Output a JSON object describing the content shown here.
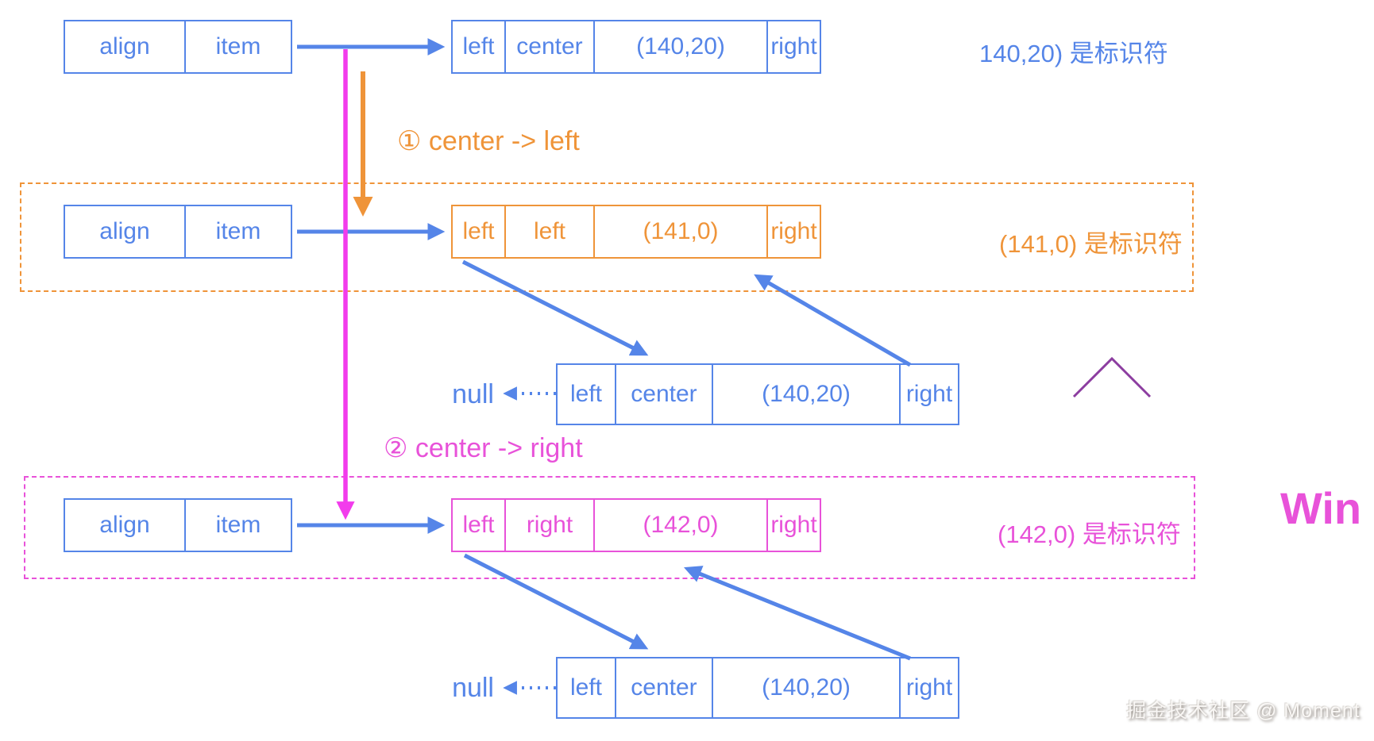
{
  "colors": {
    "blue": "#5585e8",
    "orange": "#ef9439",
    "pink": "#e852d9",
    "magenta_arrow": "#f23cec",
    "purple_caret": "#8c3da0"
  },
  "step_labels": {
    "step1": "① center -> left",
    "step2": "② center -> right"
  },
  "rows": [
    {
      "pair": [
        "align",
        "item"
      ],
      "node": [
        "left",
        "center",
        "(140,20)",
        "right"
      ],
      "note": "140,20) 是标识符"
    },
    {
      "pair": [
        "align",
        "item"
      ],
      "node": [
        "left",
        "left",
        "(141,0)",
        "right"
      ],
      "note": "(141,0) 是标识符"
    },
    {
      "pair": [
        "align",
        "item"
      ],
      "node": [
        "left",
        "right",
        "(142,0)",
        "right"
      ],
      "note": "(142,0) 是标识符"
    }
  ],
  "children": [
    {
      "null_label": "null",
      "node": [
        "left",
        "center",
        "(140,20)",
        "right"
      ]
    },
    {
      "null_label": "null",
      "node": [
        "left",
        "center",
        "(140,20)",
        "right"
      ]
    }
  ],
  "win_label": "Win",
  "watermark": "掘金技术社区 @ Moment"
}
